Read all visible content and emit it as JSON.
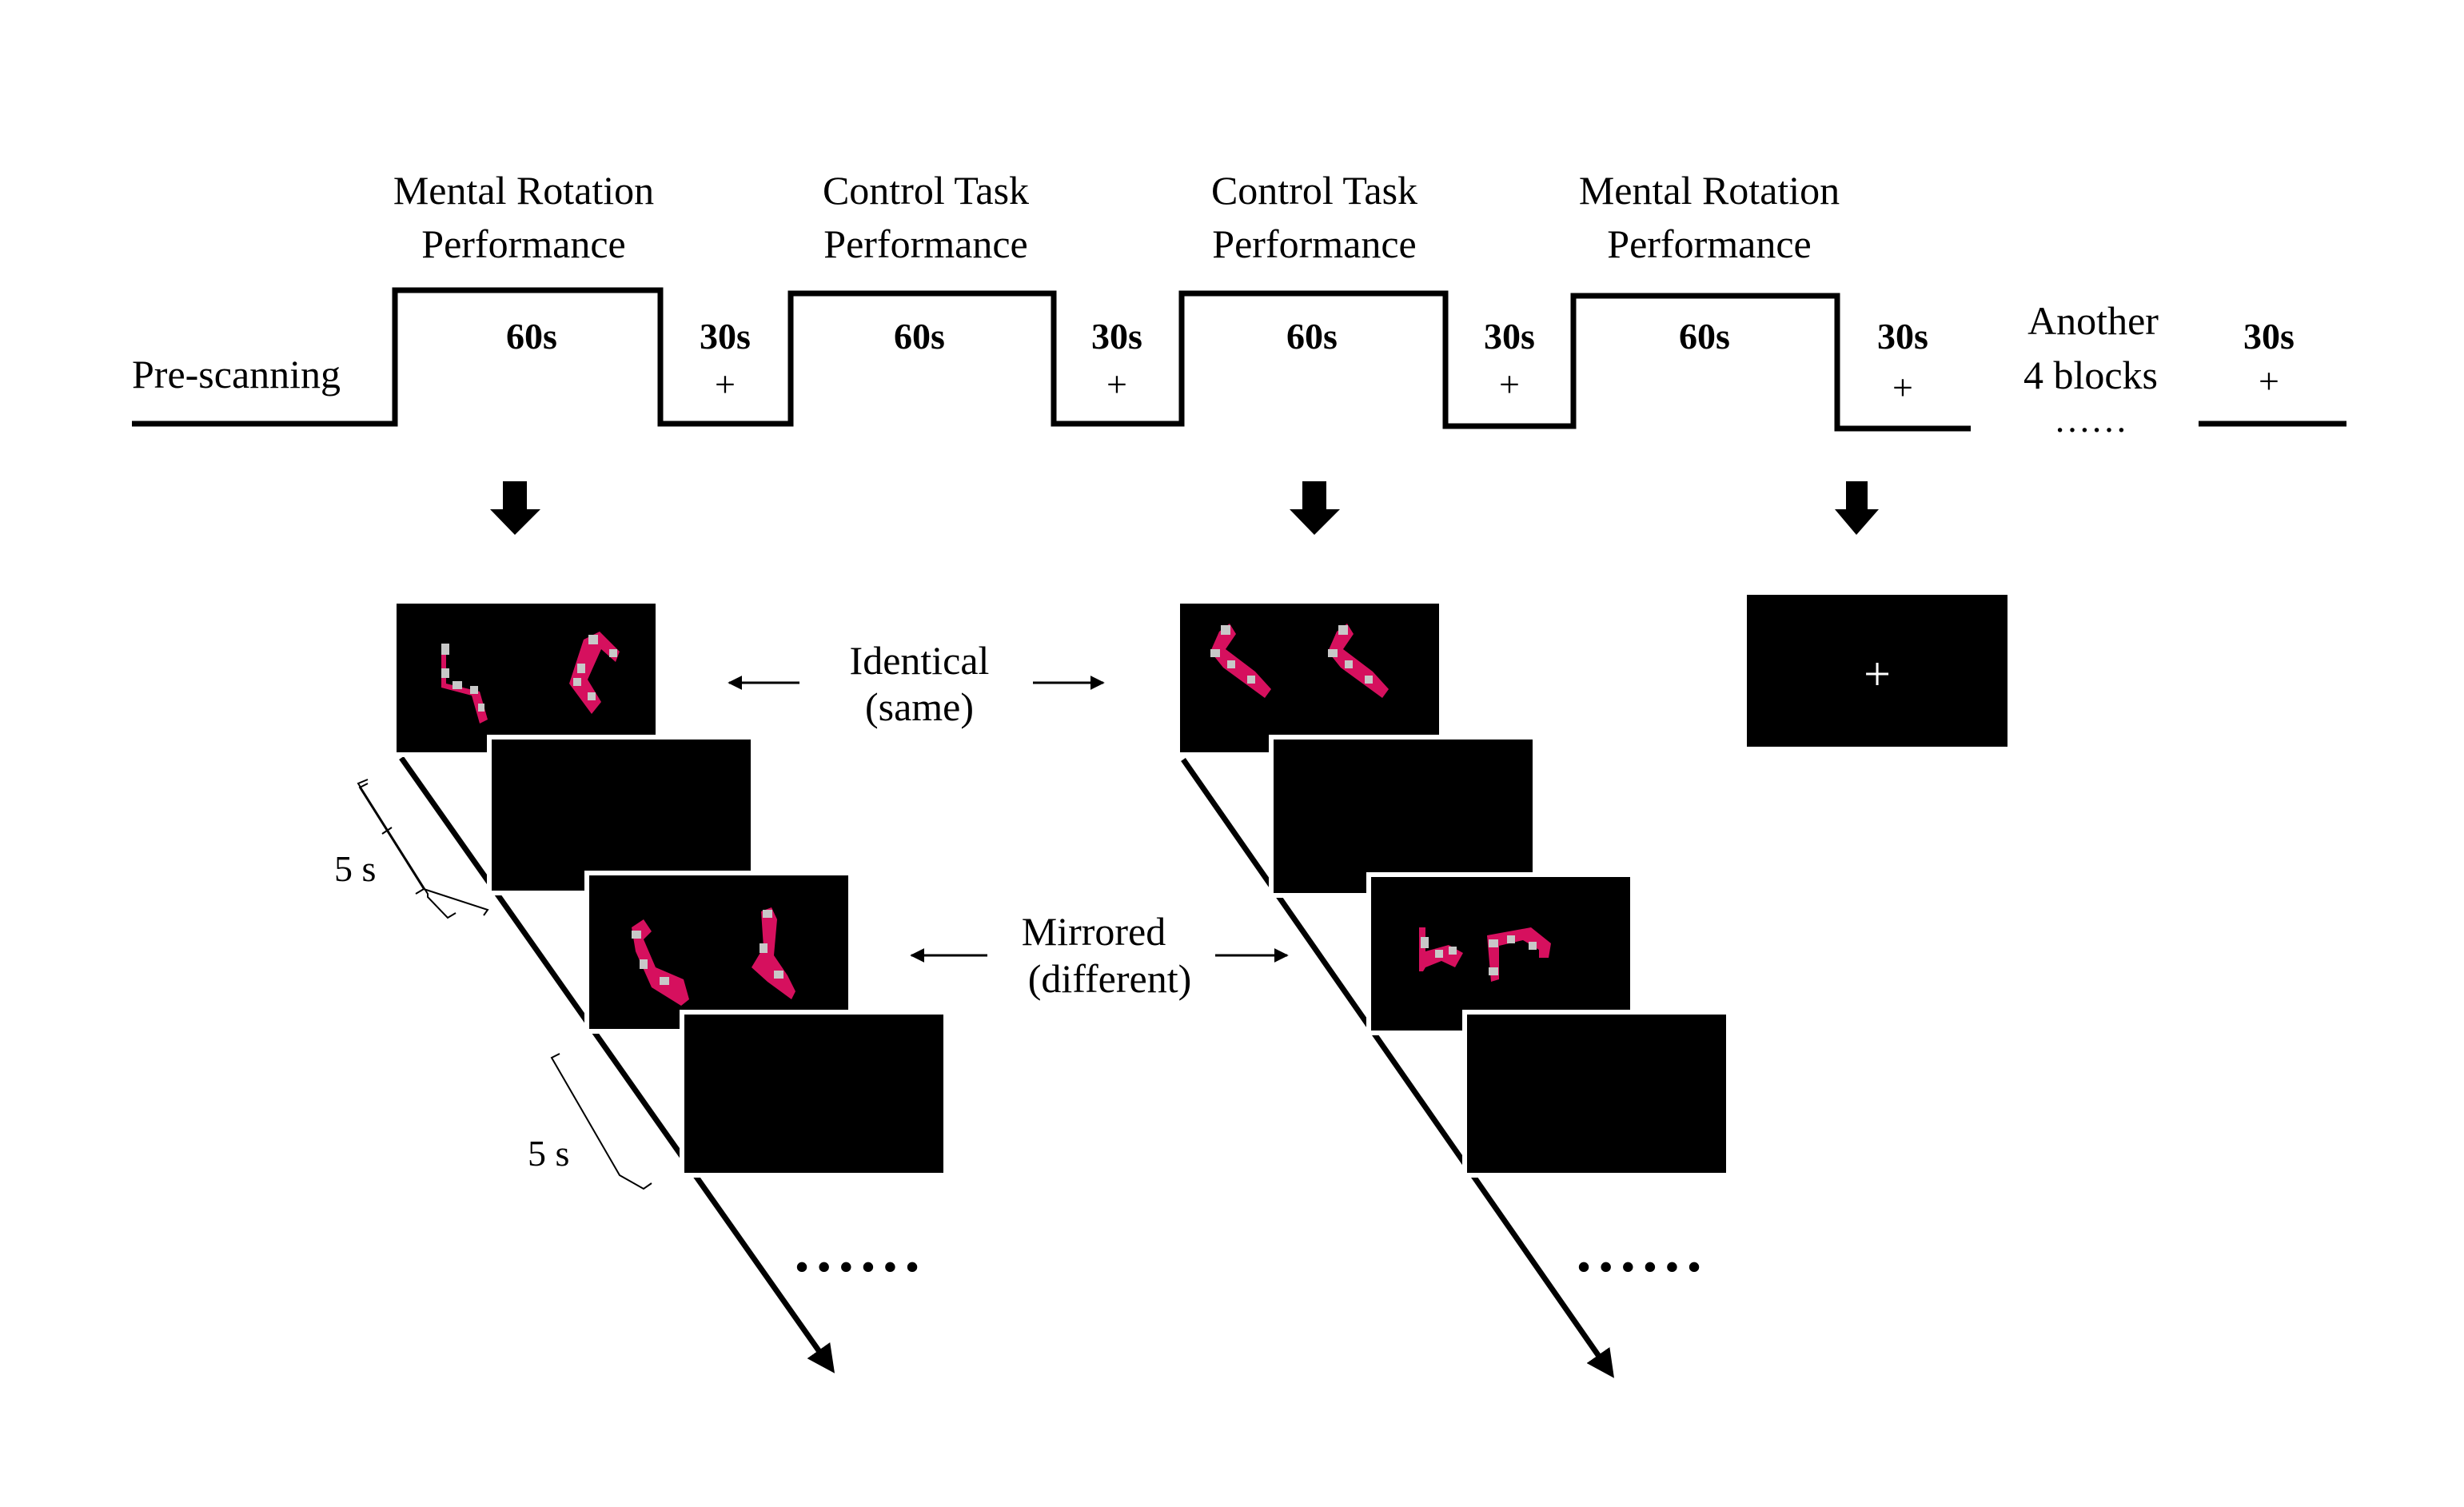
{
  "timeline": {
    "pre_scanning_label": "Pre-scanning",
    "blocks": [
      {
        "title_line1": "Mental Rotation",
        "title_line2": "Performance",
        "duration": "60s"
      },
      {
        "title_line1": "Control Task",
        "title_line2": "Performance",
        "duration": "60s"
      },
      {
        "title_line1": "Control Task",
        "title_line2": "Performance",
        "duration": "60s"
      },
      {
        "title_line1": "Mental Rotation",
        "title_line2": "Performance",
        "duration": "60s"
      }
    ],
    "rests": [
      {
        "duration": "30s",
        "symbol": "+"
      },
      {
        "duration": "30s",
        "symbol": "+"
      },
      {
        "duration": "30s",
        "symbol": "+"
      },
      {
        "duration": "30s",
        "symbol": "+"
      },
      {
        "duration": "30s",
        "symbol": "+"
      }
    ],
    "another_blocks_line1": "Another",
    "another_blocks_line2": "4 blocks",
    "another_blocks_ellipsis": "……"
  },
  "trials": {
    "identical_line1": "Identical",
    "identical_line2": "(same)",
    "mirrored_line1": "Mirrored",
    "mirrored_line2": "(different)",
    "interval_1": "5 s",
    "interval_2": "5 s",
    "continuation": "• • • • • •"
  },
  "fixation_screen": {
    "symbol": "+"
  },
  "colors": {
    "stimulus_pink": "#d6105e",
    "stimulus_grey": "#c8c8c8",
    "screen_black": "#000000"
  }
}
